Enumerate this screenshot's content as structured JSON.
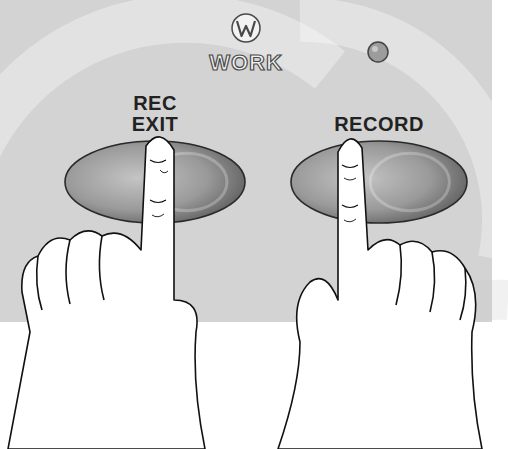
{
  "diagram": {
    "nodes": [
      {
        "text": [
          "REC EXIT"
        ]
      },
      {
        "text": [
          "RECORD"
        ]
      }
    ],
    "labels": [
      "WORK"
    ]
  }
}
